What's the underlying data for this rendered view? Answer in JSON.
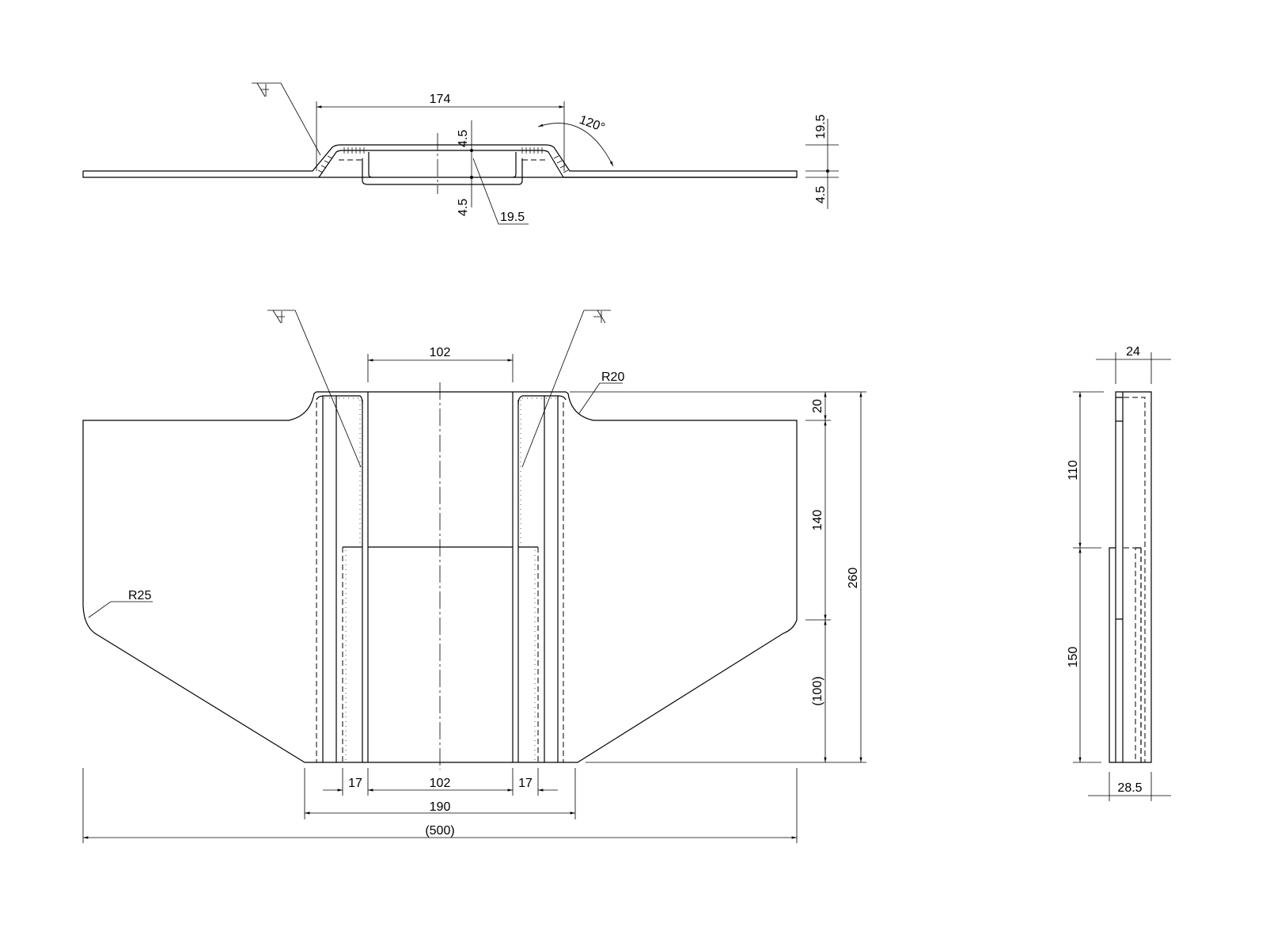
{
  "top_view": {
    "dim_width": "174",
    "dim_angle": "120°",
    "dim_height_right": "19.5",
    "dim_thickness_right": "4.5",
    "dim_upper_thickness": "4.5",
    "dim_lower_thickness": "4.5",
    "dim_leader_depth": "19.5"
  },
  "front_view": {
    "dim_top_inner": "102",
    "radius_top": "R20",
    "radius_left": "R25",
    "dim_top_step": "20",
    "dim_middle": "140",
    "dim_overall_height": "260",
    "dim_lower_ref": "(100)",
    "dim_flange_left": "17",
    "dim_bottom_inner": "102",
    "dim_flange_right": "17",
    "dim_base": "190",
    "dim_overall_width": "(500)"
  },
  "side_view": {
    "dim_top_width": "24",
    "dim_upper": "110",
    "dim_lower": "150",
    "dim_bottom_width": "28.5"
  }
}
